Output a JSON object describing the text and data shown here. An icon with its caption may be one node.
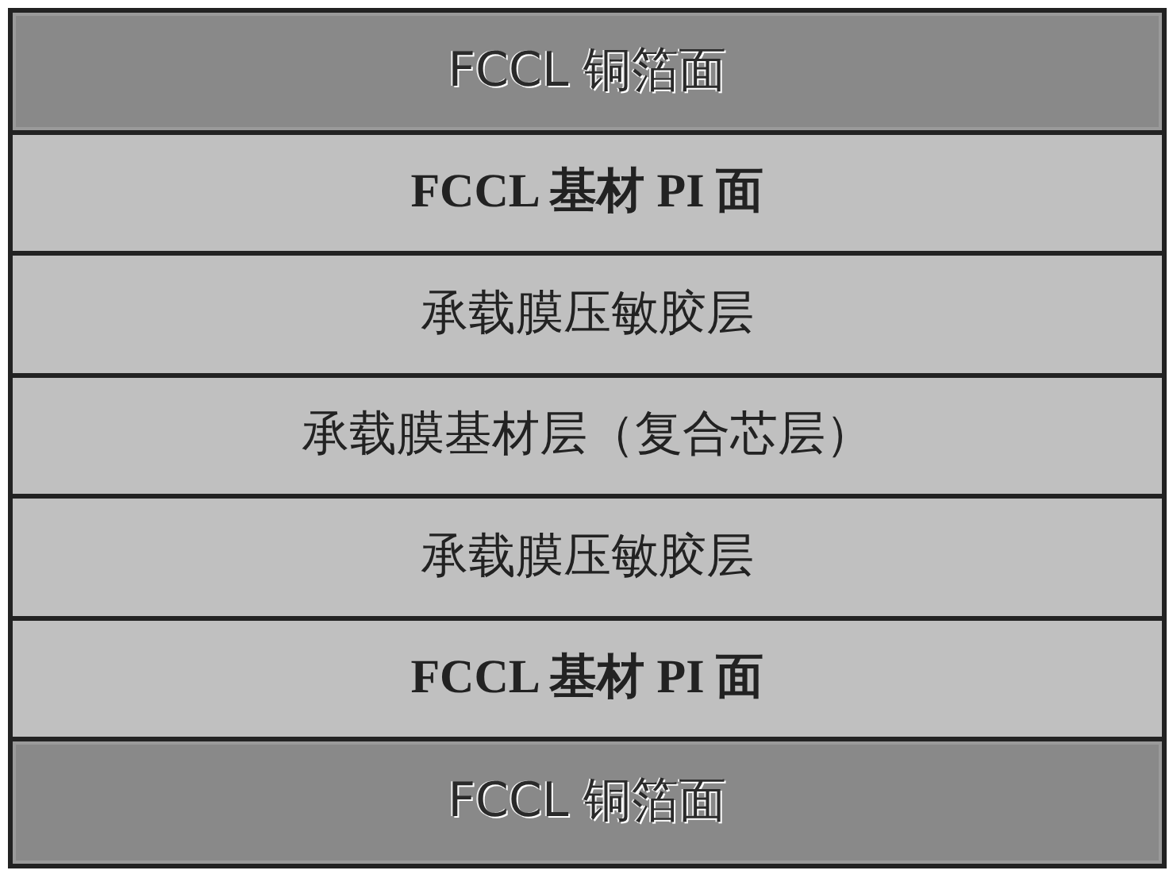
{
  "diagram": {
    "nodes": [
      {
        "text": [
          "FCCL 铜箔面"
        ]
      },
      {
        "text": [
          "FCCL 基材 PI 面"
        ]
      },
      {
        "text": [
          "承载膜压敏胶层"
        ]
      },
      {
        "text": [
          "承载膜基材层（复合芯层）"
        ]
      },
      {
        "text": [
          "承载膜压敏胶层"
        ]
      },
      {
        "text": [
          "FCCL 基材 PI 面"
        ]
      },
      {
        "text": [
          "FCCL 铜箔面"
        ]
      }
    ]
  }
}
